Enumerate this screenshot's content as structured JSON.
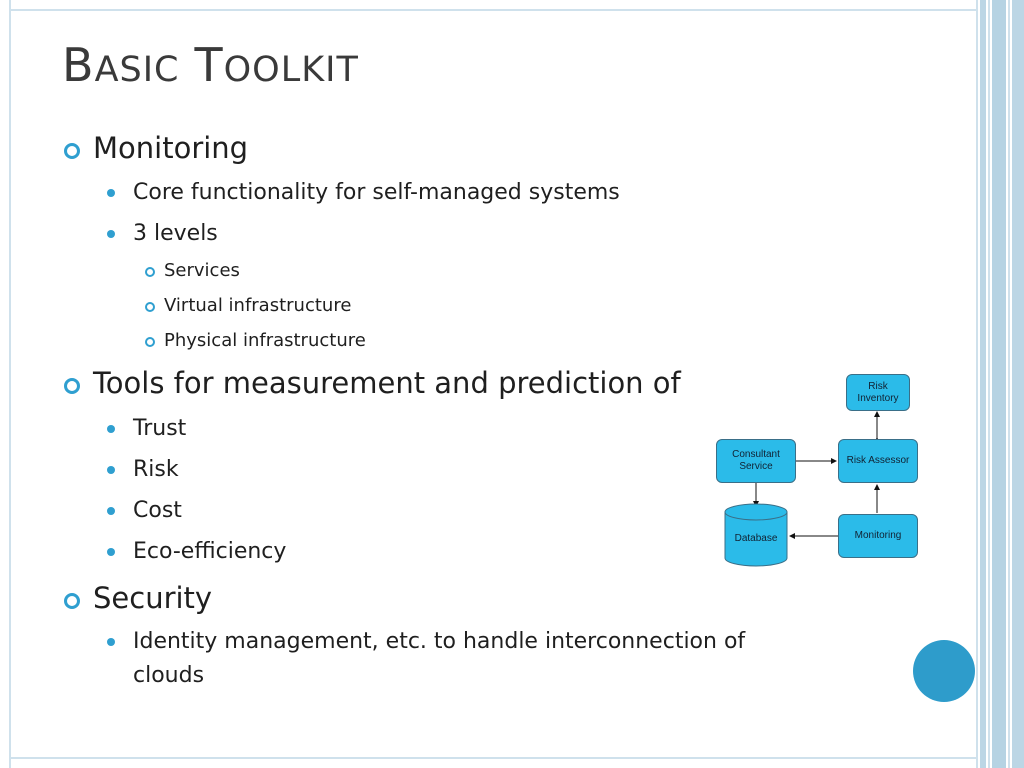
{
  "slide": {
    "title_first_cap": "B",
    "title_first_rest": "ASIC",
    "title_second_cap": "T",
    "title_second_rest": "OOLKIT"
  },
  "bullets": [
    {
      "text": "Monitoring",
      "children": [
        {
          "text": "Core functionality for self-managed systems"
        },
        {
          "text": "3 levels",
          "children": [
            {
              "text": "Services"
            },
            {
              "text": "Virtual infrastructure"
            },
            {
              "text": "Physical infrastructure"
            }
          ]
        }
      ]
    },
    {
      "text": "Tools for measurement and prediction of",
      "children": [
        {
          "text": "Trust"
        },
        {
          "text": "Risk"
        },
        {
          "text": "Cost"
        },
        {
          "text": "Eco-efficiency"
        }
      ]
    },
    {
      "text": "Security",
      "children": [
        {
          "text": "Identity management, etc. to handle interconnection of clouds"
        }
      ]
    }
  ],
  "diagram": {
    "risk_inventory": "Risk Inventory",
    "consultant_service": "Consultant Service",
    "risk_assessor": "Risk Assessor",
    "database": "Database",
    "monitoring": "Monitoring"
  },
  "colors": {
    "accent": "#2f9fd0",
    "box_fill": "#2bbbe9",
    "decor_circle": "#2e9ccb"
  }
}
